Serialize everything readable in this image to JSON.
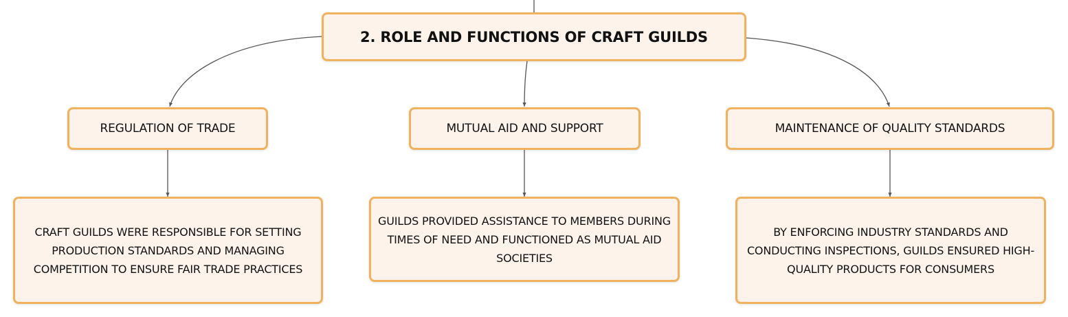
{
  "root": {
    "label": "2. ROLE AND FUNCTIONS OF CRAFT GUILDS"
  },
  "branches": [
    {
      "label": "REGULATION OF TRADE",
      "detail": "CRAFT GUILDS WERE RESPONSIBLE FOR SETTING PRODUCTION STANDARDS AND MANAGING COMPETITION TO ENSURE FAIR TRADE PRACTICES"
    },
    {
      "label": "MUTUAL AID AND SUPPORT",
      "detail": "GUILDS PROVIDED ASSISTANCE TO MEMBERS DURING TIMES OF NEED AND FUNCTIONED AS MUTUAL AID SOCIETIES"
    },
    {
      "label": "MAINTENANCE OF QUALITY STANDARDS",
      "detail": "BY ENFORCING INDUSTRY STANDARDS AND CONDUCTING INSPECTIONS, GUILDS ENSURED HIGH-QUALITY PRODUCTS FOR CONSUMERS"
    }
  ],
  "colors": {
    "node_fill": "#fdf3ea",
    "node_border": "#f0b25e",
    "connector": "#555555"
  }
}
